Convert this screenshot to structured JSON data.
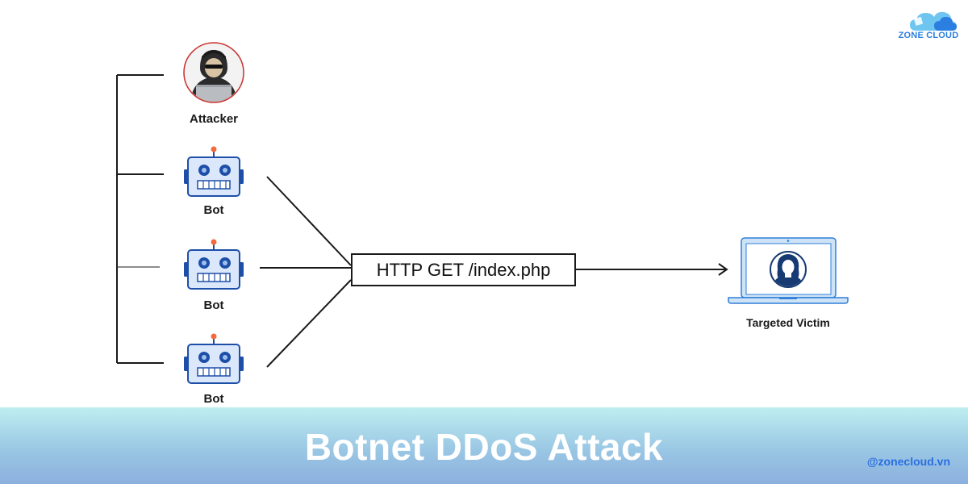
{
  "nodes": {
    "attacker": {
      "label": "Attacker"
    },
    "bots": [
      {
        "label": "Bot"
      },
      {
        "label": "Bot"
      },
      {
        "label": "Bot"
      }
    ],
    "victim": {
      "label": "Targeted Victim"
    }
  },
  "request": {
    "text": "HTTP GET /index.php"
  },
  "banner": {
    "title": "Botnet DDoS Attack",
    "handle": "@zonecloud.vn"
  },
  "logo": {
    "text": "ZONE CLOUD",
    "icon": "cloud-logo-icon"
  },
  "colors": {
    "line": "#1a1a1a",
    "bot_face": "#dbe7fb",
    "bot_outline": "#1e4fa8",
    "bot_eye": "#1e4fa8",
    "bot_antenna": "#f26b3a",
    "attacker_ring": "#c8312f",
    "laptop_frame": "#cfe3f7",
    "laptop_outline": "#2f7fd8",
    "victim_avatar": "#173a73",
    "brand_blue": "#2a7fe0"
  }
}
